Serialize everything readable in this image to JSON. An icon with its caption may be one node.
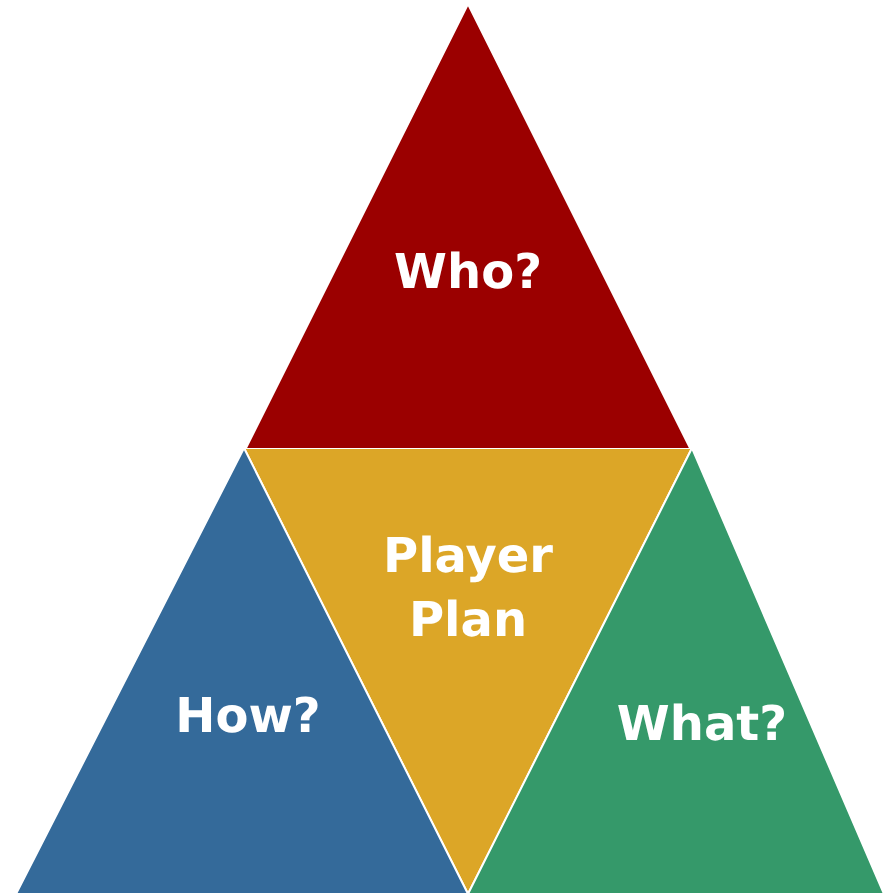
{
  "diagram": {
    "nodes": [
      {
        "text": [
          "Who?"
        ]
      },
      {
        "text": [
          "Player Plan"
        ]
      },
      {
        "text": [
          "How?"
        ]
      },
      {
        "text": [
          "What?"
        ]
      }
    ]
  }
}
